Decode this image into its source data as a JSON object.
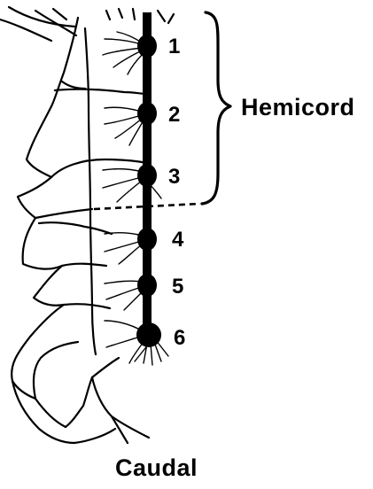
{
  "labels": {
    "segment_numbers": [
      "1",
      "2",
      "3",
      "4",
      "5",
      "6"
    ],
    "bracket_label": "Hemicord",
    "bottom_label": "Caudal"
  },
  "colors": {
    "ink": "#000000",
    "background": "#ffffff"
  }
}
